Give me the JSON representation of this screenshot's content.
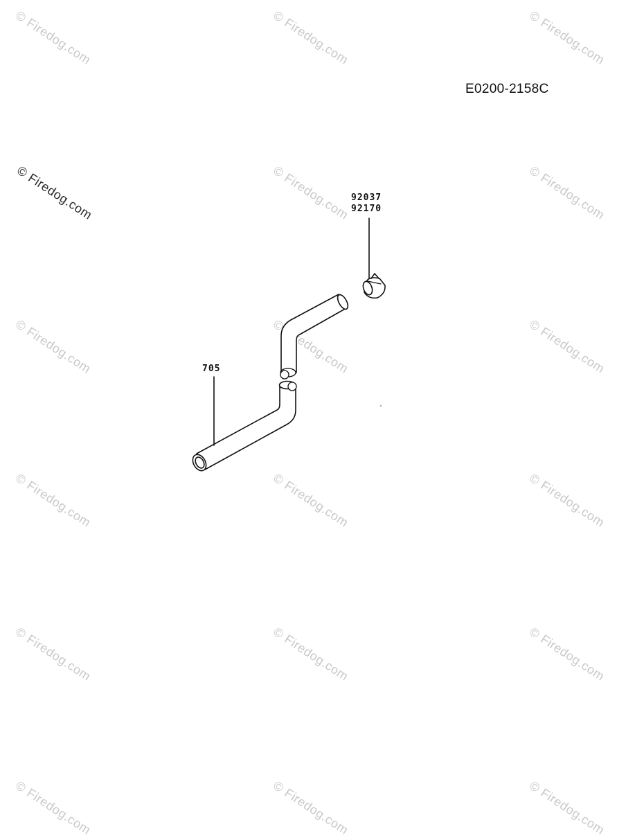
{
  "diagram_id": "E0200-2158C",
  "watermark": "© Firedog.com",
  "parts": [
    {
      "number": "92037"
    },
    {
      "number": "92170"
    },
    {
      "number": "705"
    }
  ]
}
